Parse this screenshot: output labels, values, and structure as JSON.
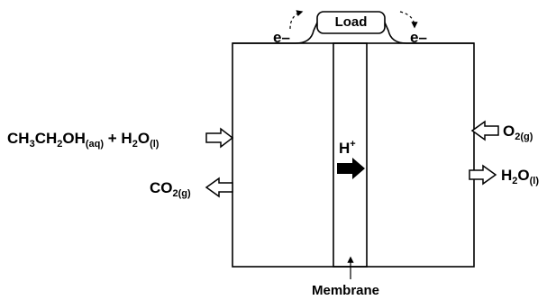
{
  "load": {
    "label": "Load"
  },
  "electrons": {
    "left": "e–",
    "right": "e–"
  },
  "proton": {
    "base": "H",
    "sup": "+"
  },
  "membrane": {
    "label": "Membrane"
  },
  "anode": {
    "input": {
      "ethanol_base_1": "CH",
      "ethanol_sub_1": "3",
      "ethanol_base_2": "CH",
      "ethanol_sub_2": "2",
      "ethanol_base_3": "OH",
      "ethanol_sub_3": "(aq)",
      "plus": " + ",
      "water_base_1": "H",
      "water_sub_1": "2",
      "water_base_2": "O",
      "water_sub_2": "(l)"
    },
    "output": {
      "base": "CO",
      "sub": "2(g)"
    }
  },
  "cathode": {
    "input": {
      "base": "O",
      "sub": "2(g)"
    },
    "output": {
      "base_1": "H",
      "sub_1": "2",
      "base_2": "O",
      "sub_2": "(l)"
    }
  },
  "colors": {
    "stroke": "#000000",
    "fill": "#ffffff"
  }
}
